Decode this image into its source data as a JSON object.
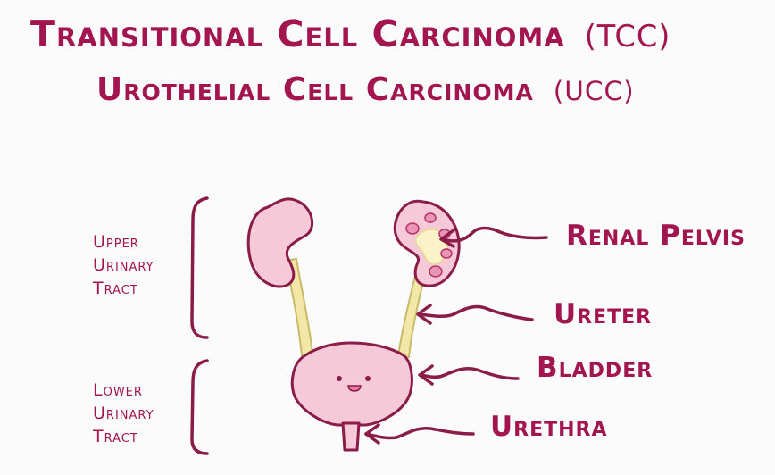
{
  "title": {
    "line1_main": "Transitional Cell Carcinoma",
    "line1_abbr": "(TCC)",
    "line2_main": "Urothelial Cell Carcinoma",
    "line2_abbr": "(UCC)"
  },
  "regions": {
    "upper": [
      "Upper",
      "Urinary",
      "Tract"
    ],
    "lower": [
      "Lower",
      "Urinary",
      "Tract"
    ]
  },
  "parts": {
    "renal_pelvis": "Renal Pelvis",
    "ureter": "Ureter",
    "bladder": "Bladder",
    "urethra": "Urethra"
  },
  "colors": {
    "ink": "#a3154f",
    "outline": "#8a1c47",
    "organ_fill": "#f6c9d9",
    "ureter_fill": "#f2e7a6",
    "pelvis_fill": "#fbf3c8",
    "background": "#fbfbfb"
  }
}
